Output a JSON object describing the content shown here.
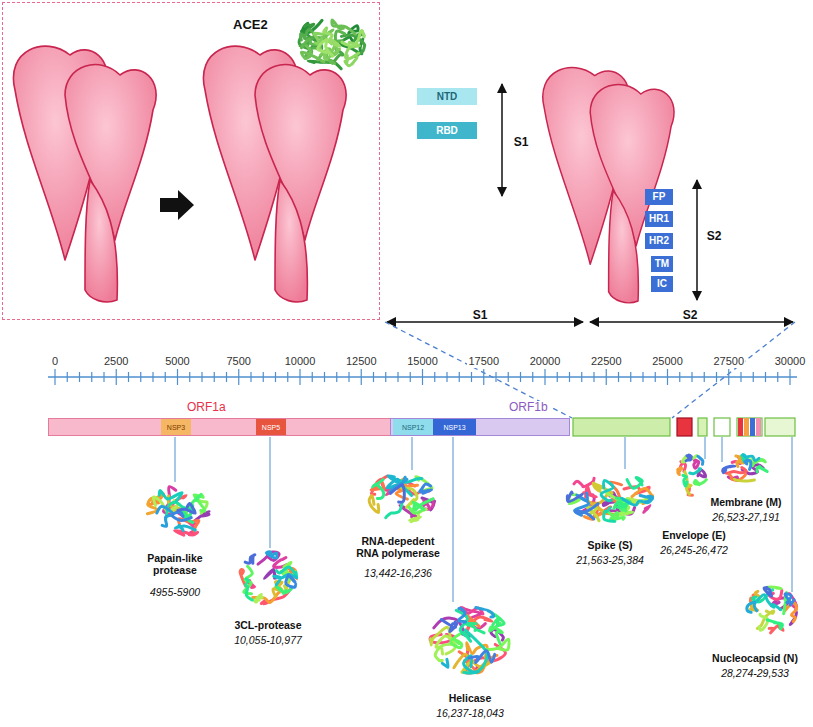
{
  "diagram": {
    "nodes": [
      {
        "text": [
          "ACE2"
        ]
      },
      {
        "text": [
          "NTD"
        ]
      },
      {
        "text": [
          "RBD"
        ]
      },
      {
        "text": [
          "FP"
        ]
      },
      {
        "text": [
          "HR1"
        ]
      },
      {
        "text": [
          "HR2"
        ]
      },
      {
        "text": [
          "TM"
        ]
      },
      {
        "text": [
          "IC"
        ]
      },
      {
        "text": [
          "ORF1a"
        ]
      },
      {
        "text": [
          "NSP3"
        ],
        "in": 8
      },
      {
        "text": [
          "NSP5"
        ],
        "in": 8
      },
      {
        "text": [
          "ORF1b"
        ]
      },
      {
        "text": [
          "NSP12"
        ],
        "in": 11
      },
      {
        "text": [
          "NSP13"
        ],
        "in": 11
      }
    ],
    "labels": [
      "S1",
      "S2",
      "S1",
      "S2",
      "0",
      "2500",
      "5000",
      "7500",
      "10000",
      "12500",
      "15000",
      "17500",
      "20000",
      "22500",
      "25000",
      "27500",
      "30000",
      "Papain-like protease",
      "4955-5900",
      "3CL-protease",
      "10,055-10,977",
      "RNA-depedent RNA polymerase",
      "13,442-16,236",
      "Helicase",
      "16,237-18,043",
      "Spike (S)",
      "21,563-25,384",
      "Envelope (E)",
      "26,245-26,472",
      "Membrane (M)",
      "26,523-27,191",
      "Nucleocapsid (N)",
      "28,274-29,533"
    ]
  }
}
